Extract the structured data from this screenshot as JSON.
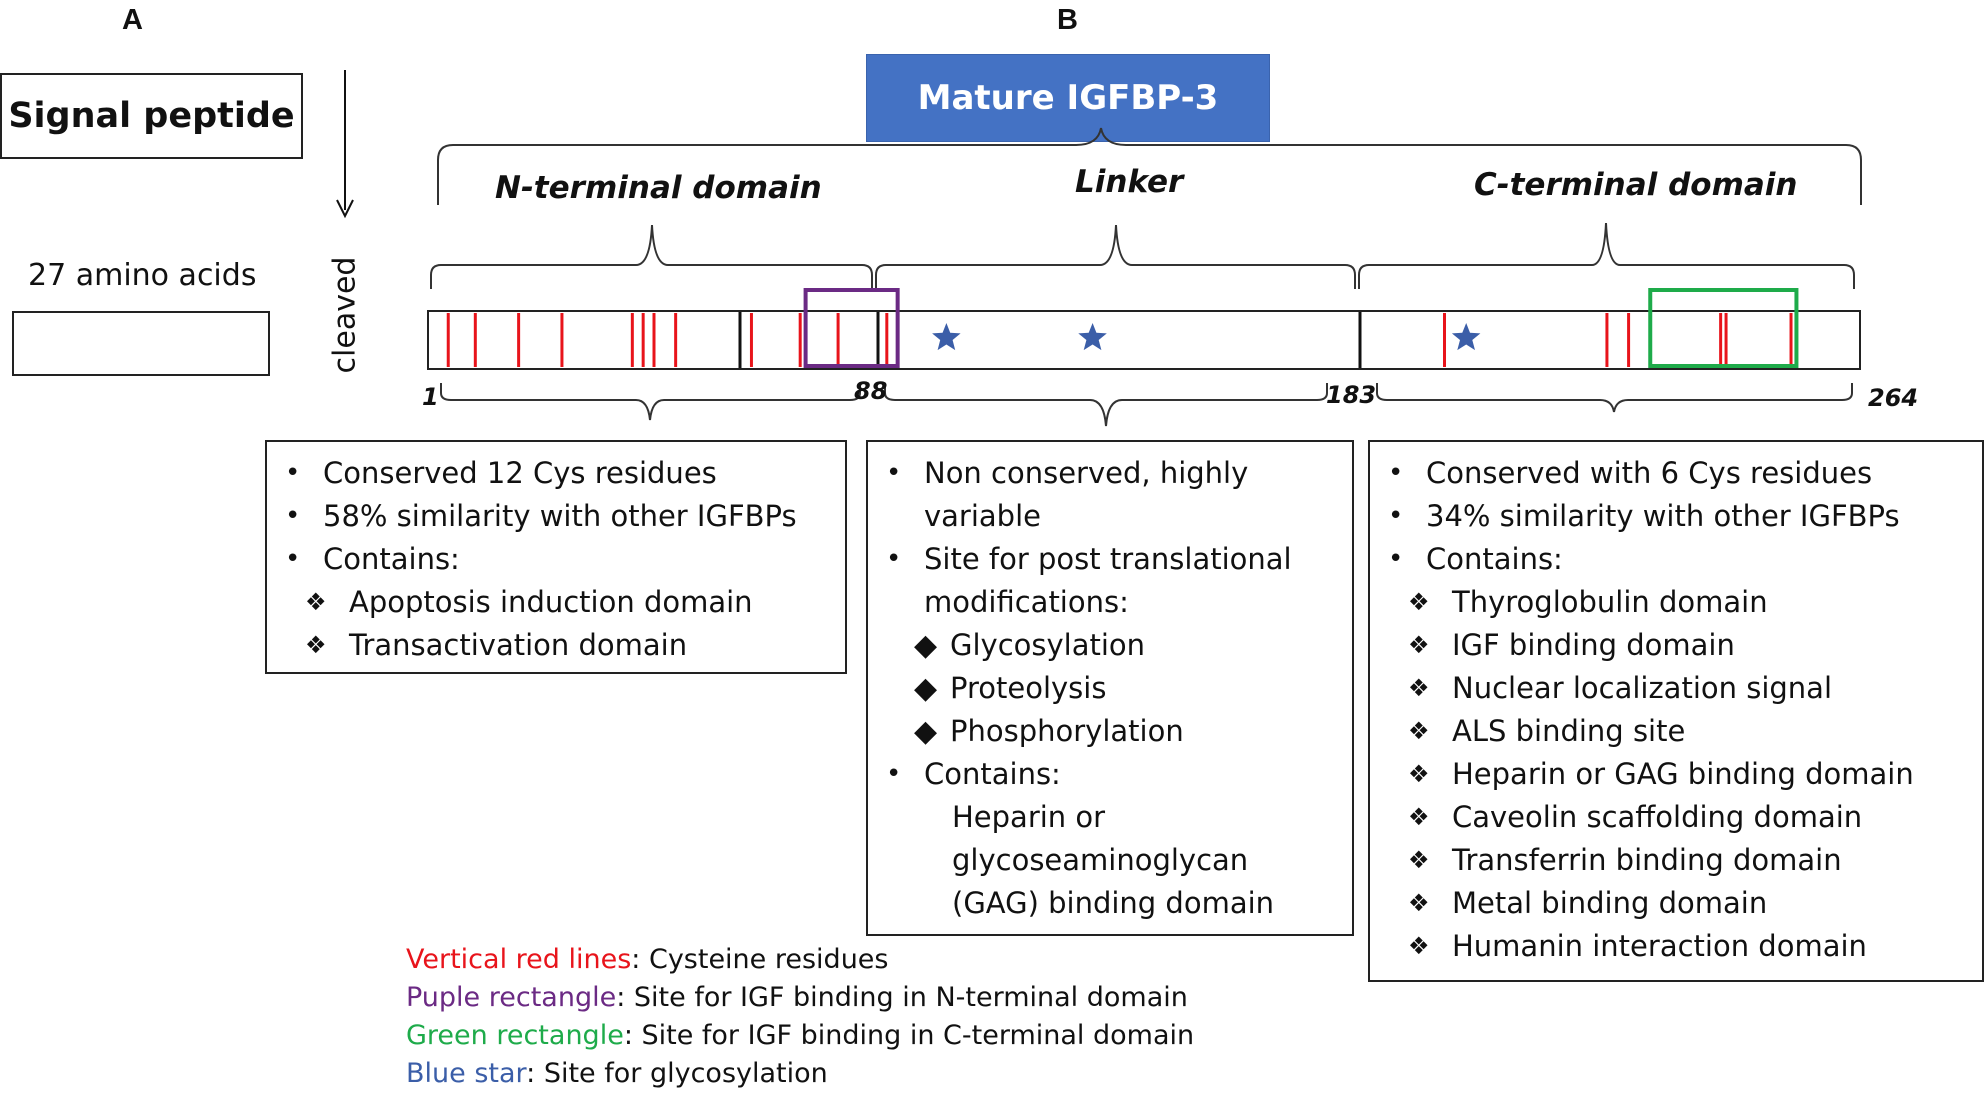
{
  "panels": {
    "a": "A",
    "b": "B"
  },
  "signal_peptide": {
    "label": "Signal peptide",
    "length": "27 amino acids",
    "arrow_text": "cleaved"
  },
  "mature": {
    "title": "Mature IGFBP-3",
    "domains": {
      "n_terminal": "N-terminal domain",
      "linker": "Linker",
      "c_terminal": "C-terminal domain"
    },
    "positions": [
      "1",
      "88",
      "183",
      "264"
    ]
  },
  "n_terminal_box": {
    "bullets": [
      "Conserved 12 Cys residues",
      "58% similarity with other IGFBPs",
      "Contains:"
    ],
    "contains": [
      "Apoptosis induction domain",
      "Transactivation domain"
    ]
  },
  "linker_box": {
    "bullet1": "Non conserved, highly variable",
    "bullet2": "Site for post translational modifications:",
    "modifications": [
      "Glycosylation",
      "Proteolysis",
      "Phosphorylation"
    ],
    "bullet3": "Contains:",
    "contains_text": [
      "Heparin or",
      "glycoseaminoglycan",
      "(GAG) binding domain"
    ]
  },
  "c_terminal_box": {
    "bullets": [
      "Conserved with 6 Cys residues",
      "34% similarity with other IGFBPs",
      "Contains:"
    ],
    "contains": [
      "Thyroglobulin domain",
      "IGF binding domain",
      "Nuclear localization signal",
      "ALS binding site",
      "Heparin or GAG binding domain",
      "Caveolin scaffolding domain",
      "Transferrin binding domain",
      "Metal binding domain",
      "Humanin interaction domain"
    ]
  },
  "legend": [
    {
      "key": "Vertical red lines",
      "desc": ": Cysteine residues",
      "color": "#e8141b"
    },
    {
      "key": "Puple rectangle",
      "desc": ": Site for IGF binding in N-terminal domain",
      "color": "#6b2a84"
    },
    {
      "key": "Green rectangle",
      "desc": ": Site for IGF binding in C-terminal domain",
      "color": "#1eab4a"
    },
    {
      "key": "Blue star",
      "desc": ": Site for glycosylation",
      "color": "#3b5ea8"
    }
  ],
  "colors": {
    "mature_header": "#4472c4",
    "cysteine": "#e8141b",
    "n_igf_site": "#6b2a84",
    "c_igf_site": "#1eab4a",
    "glyco_star": "#3b5ea8"
  },
  "features": {
    "cysteine_positions": [
      4,
      9,
      17,
      25,
      38,
      40,
      42,
      46,
      60,
      69,
      76,
      85,
      188,
      218,
      222,
      239,
      240,
      252
    ],
    "glycosylation_positions": [
      96,
      123,
      192
    ],
    "n_igf_binding_range": [
      70,
      87
    ],
    "c_igf_binding_range": [
      226,
      253
    ]
  }
}
